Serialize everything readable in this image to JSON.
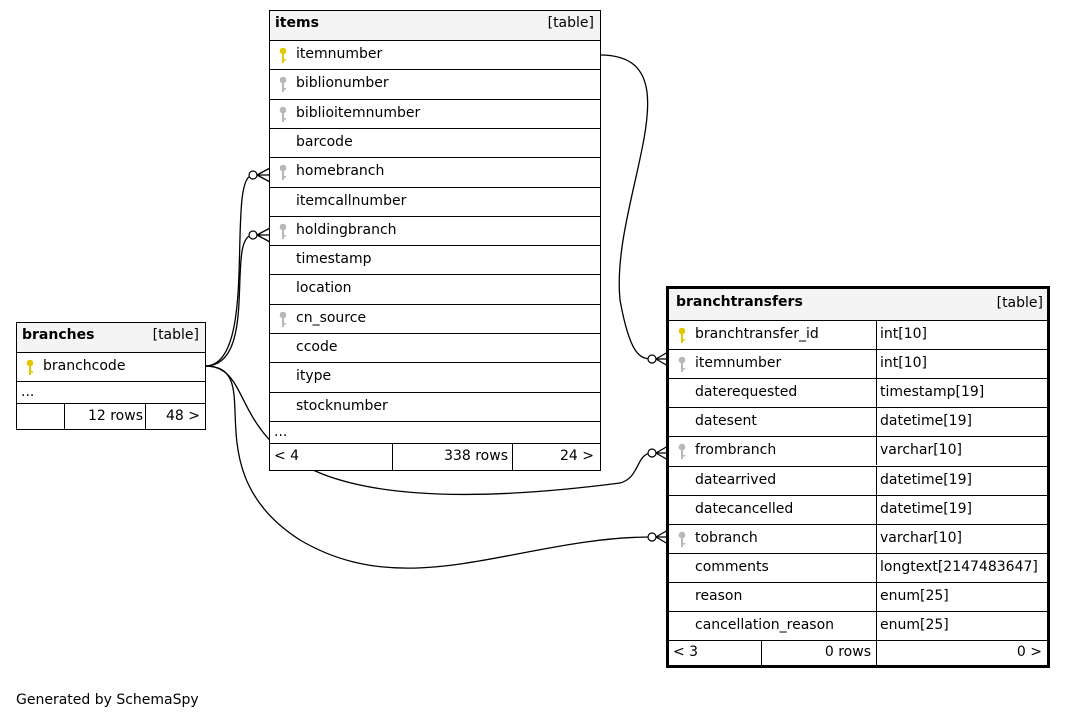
{
  "tables": {
    "items": {
      "name": "items",
      "tag": "[table]",
      "columns": [
        {
          "name": "itemnumber",
          "key": "primary"
        },
        {
          "name": "biblionumber",
          "key": "foreign"
        },
        {
          "name": "biblioitemnumber",
          "key": "foreign"
        },
        {
          "name": "barcode",
          "key": "none"
        },
        {
          "name": "homebranch",
          "key": "foreign"
        },
        {
          "name": "itemcallnumber",
          "key": "none"
        },
        {
          "name": "holdingbranch",
          "key": "foreign"
        },
        {
          "name": "timestamp",
          "key": "none"
        },
        {
          "name": "location",
          "key": "none"
        },
        {
          "name": "cn_source",
          "key": "foreign"
        },
        {
          "name": "ccode",
          "key": "none"
        },
        {
          "name": "itype",
          "key": "none"
        },
        {
          "name": "stocknumber",
          "key": "none"
        }
      ],
      "ellipsis": "...",
      "footer": {
        "parents": "< 4",
        "rows": "338 rows",
        "children": "24 >"
      }
    },
    "branches": {
      "name": "branches",
      "tag": "[table]",
      "columns": [
        {
          "name": "branchcode",
          "key": "primary"
        }
      ],
      "ellipsis": "...",
      "footer": {
        "parents": "",
        "rows": "12 rows",
        "children": "48 >"
      }
    },
    "branchtransfers": {
      "name": "branchtransfers",
      "tag": "[table]",
      "columns": [
        {
          "name": "branchtransfer_id",
          "type": "int[10]",
          "key": "primary"
        },
        {
          "name": "itemnumber",
          "type": "int[10]",
          "key": "foreign"
        },
        {
          "name": "daterequested",
          "type": "timestamp[19]",
          "key": "none"
        },
        {
          "name": "datesent",
          "type": "datetime[19]",
          "key": "none"
        },
        {
          "name": "frombranch",
          "type": "varchar[10]",
          "key": "foreign"
        },
        {
          "name": "datearrived",
          "type": "datetime[19]",
          "key": "none"
        },
        {
          "name": "datecancelled",
          "type": "datetime[19]",
          "key": "none"
        },
        {
          "name": "tobranch",
          "type": "varchar[10]",
          "key": "foreign"
        },
        {
          "name": "comments",
          "type": "longtext[2147483647]",
          "key": "none"
        },
        {
          "name": "reason",
          "type": "enum[25]",
          "key": "none"
        },
        {
          "name": "cancellation_reason",
          "type": "enum[25]",
          "key": "none"
        }
      ],
      "footer": {
        "parents": "< 3",
        "rows": "0 rows",
        "children": "0 >"
      }
    }
  },
  "relationships": [
    {
      "from": "branches.branchcode",
      "to": "items.homebranch"
    },
    {
      "from": "branches.branchcode",
      "to": "items.holdingbranch"
    },
    {
      "from": "branches.branchcode",
      "to": "branchtransfers.frombranch"
    },
    {
      "from": "branches.branchcode",
      "to": "branchtransfers.tobranch"
    },
    {
      "from": "items.itemnumber",
      "to": "branchtransfers.itemnumber"
    }
  ],
  "colors": {
    "primary_key": "#e2c800",
    "foreign_key": "#b8b8b8",
    "header_bg": "#f4f4f4"
  },
  "footer_text": "Generated by SchemaSpy"
}
